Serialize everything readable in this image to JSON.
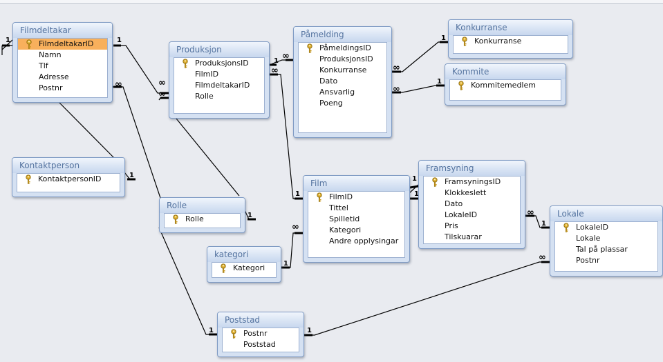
{
  "tables": {
    "filmdeltakar": {
      "title": "Filmdeltakar",
      "fields": [
        "FilmdeltakarID",
        "Namn",
        "Tlf",
        "Adresse",
        "Postnr"
      ]
    },
    "produksjon": {
      "title": "Produksjon",
      "fields": [
        "ProduksjonsID",
        "FilmID",
        "FilmdeltakarID",
        "Rolle"
      ]
    },
    "pamelding": {
      "title": "Påmelding",
      "fields": [
        "PåmeldingsID",
        "ProduksjonsID",
        "Konkurranse",
        "Dato",
        "Ansvarlig",
        "Poeng"
      ]
    },
    "konkurranse": {
      "title": "Konkurranse",
      "fields": [
        "Konkurranse"
      ]
    },
    "kommite": {
      "title": "Kommite",
      "fields": [
        "Kommitemedlem"
      ]
    },
    "kontaktperson": {
      "title": "Kontaktperson",
      "fields": [
        "KontaktpersonID"
      ]
    },
    "rolle": {
      "title": "Rolle",
      "fields": [
        "Rolle"
      ]
    },
    "film": {
      "title": "Film",
      "fields": [
        "FilmID",
        "Tittel",
        "Spilletid",
        "Kategori",
        "Andre opplysingar"
      ]
    },
    "framsyning": {
      "title": "Framsyning",
      "fields": [
        "FramsyningsID",
        "Klokkeslett",
        "Dato",
        "LokaleID",
        "Pris",
        "Tilskuarar"
      ]
    },
    "kategori": {
      "title": "kategori",
      "fields": [
        "Kategori"
      ]
    },
    "lokale": {
      "title": "Lokale",
      "fields": [
        "LokaleID",
        "Lokale",
        "Tal på plassar",
        "Postnr"
      ]
    },
    "poststad": {
      "title": "Poststad",
      "fields": [
        "Postnr",
        "Poststad"
      ]
    }
  },
  "relationship_labels": {
    "one": "1",
    "many": "∞"
  },
  "colors": {
    "title_text": "#54739f",
    "frame": "#d5e1f2",
    "selected": "#f8b05c",
    "line": "#000000"
  },
  "icons": {
    "primary_key": "key-icon"
  }
}
